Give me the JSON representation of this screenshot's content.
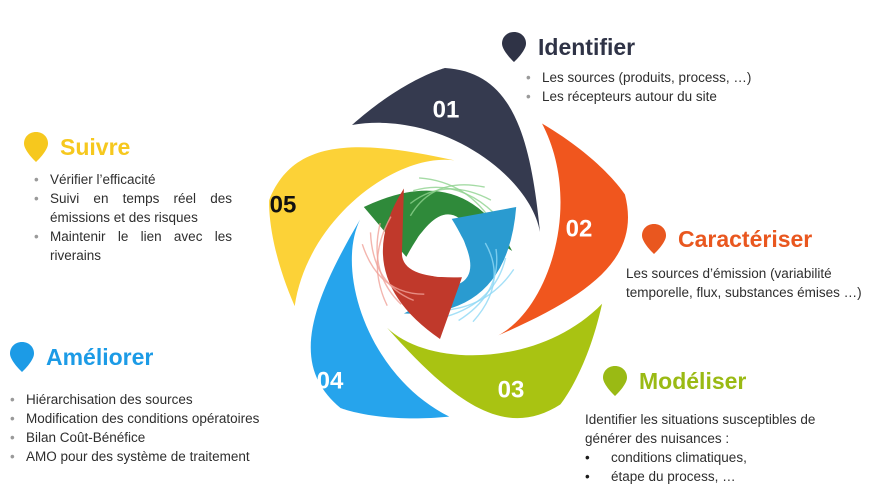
{
  "colors": {
    "step1": "#353a4f",
    "step2": "#f0561e",
    "step3": "#a9c312",
    "step4": "#26a4ec",
    "step5": "#fcd237",
    "title1": "#2f3346",
    "title2": "#e9571f",
    "title3": "#9aba14",
    "title4": "#1c9be6",
    "title5": "#f6c81e"
  },
  "steps": [
    {
      "number": "01",
      "title": "Identifier",
      "items": [
        "Les sources (produits, process, …)",
        "Les récepteurs autour du site"
      ]
    },
    {
      "number": "02",
      "title": "Caractériser",
      "text": "Les sources d’émission (variabilité temporelle, flux, substances émises …)"
    },
    {
      "number": "03",
      "title": "Modéliser",
      "text": "Identifier les situations susceptibles de générer des nuisances :",
      "items": [
        "conditions climatiques,",
        "étape du process, …"
      ]
    },
    {
      "number": "04",
      "title": "Améliorer",
      "items": [
        "Hiérarchisation des sources",
        "Modification des conditions opératoires",
        "Bilan Coût-Bénéfice",
        "AMO pour des système de traitement"
      ]
    },
    {
      "number": "05",
      "title": "Suivre",
      "items": [
        "Vérifier l’efficacité",
        "Suivi en temps réel des émissions et des risques",
        "Maintenir le lien avec les riverains"
      ]
    }
  ],
  "center_logo": {
    "icon": "tri-color-swirl-logo"
  }
}
